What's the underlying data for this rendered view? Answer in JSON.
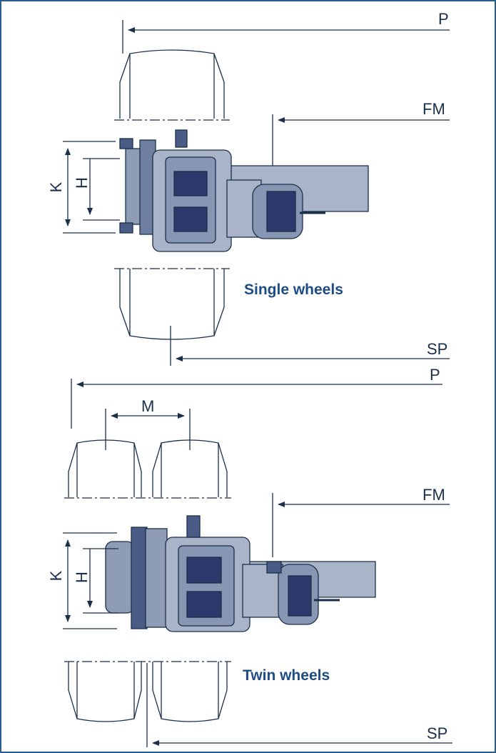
{
  "labels": {
    "top": {
      "p": "P",
      "fm": "FM",
      "k": "K",
      "h": "H",
      "sp": "SP"
    },
    "bottom": {
      "p": "P",
      "m": "M",
      "fm": "FM",
      "k": "K",
      "h": "H",
      "sp": "SP"
    }
  },
  "captions": {
    "single": "Single wheels",
    "twin": "Twin wheels"
  },
  "colors": {
    "frame": "#2a5d8c",
    "line": "#1a2f4a",
    "fill": "#a9b4c8",
    "dark": "#2b3a6b",
    "caption": "#1e4d86"
  }
}
